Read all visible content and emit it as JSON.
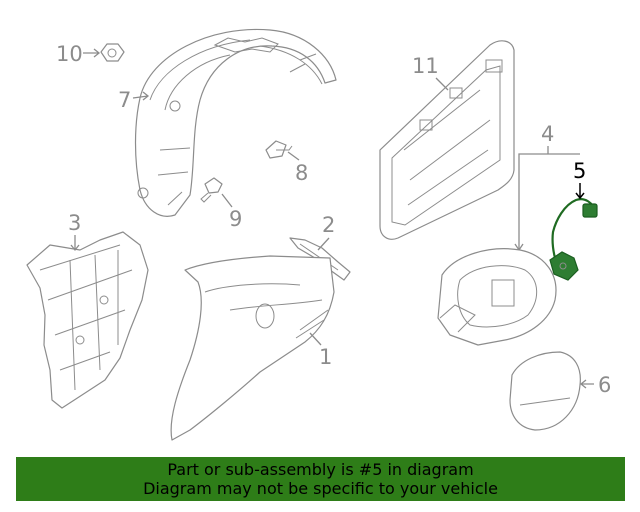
{
  "callouts": {
    "c1": "1",
    "c2": "2",
    "c3": "3",
    "c4": "4",
    "c5": "5",
    "c6": "6",
    "c7": "7",
    "c8": "8",
    "c9": "9",
    "c10": "10",
    "c11": "11"
  },
  "highlighted_part": "5",
  "banner": {
    "line1": "Part or sub-assembly is #5 in diagram",
    "line2": "Diagram may not be specific to your vehicle"
  },
  "colors": {
    "highlight": "#2e7d32",
    "banner_bg": "#2e7d18",
    "line_art": "#8c8c8c"
  }
}
